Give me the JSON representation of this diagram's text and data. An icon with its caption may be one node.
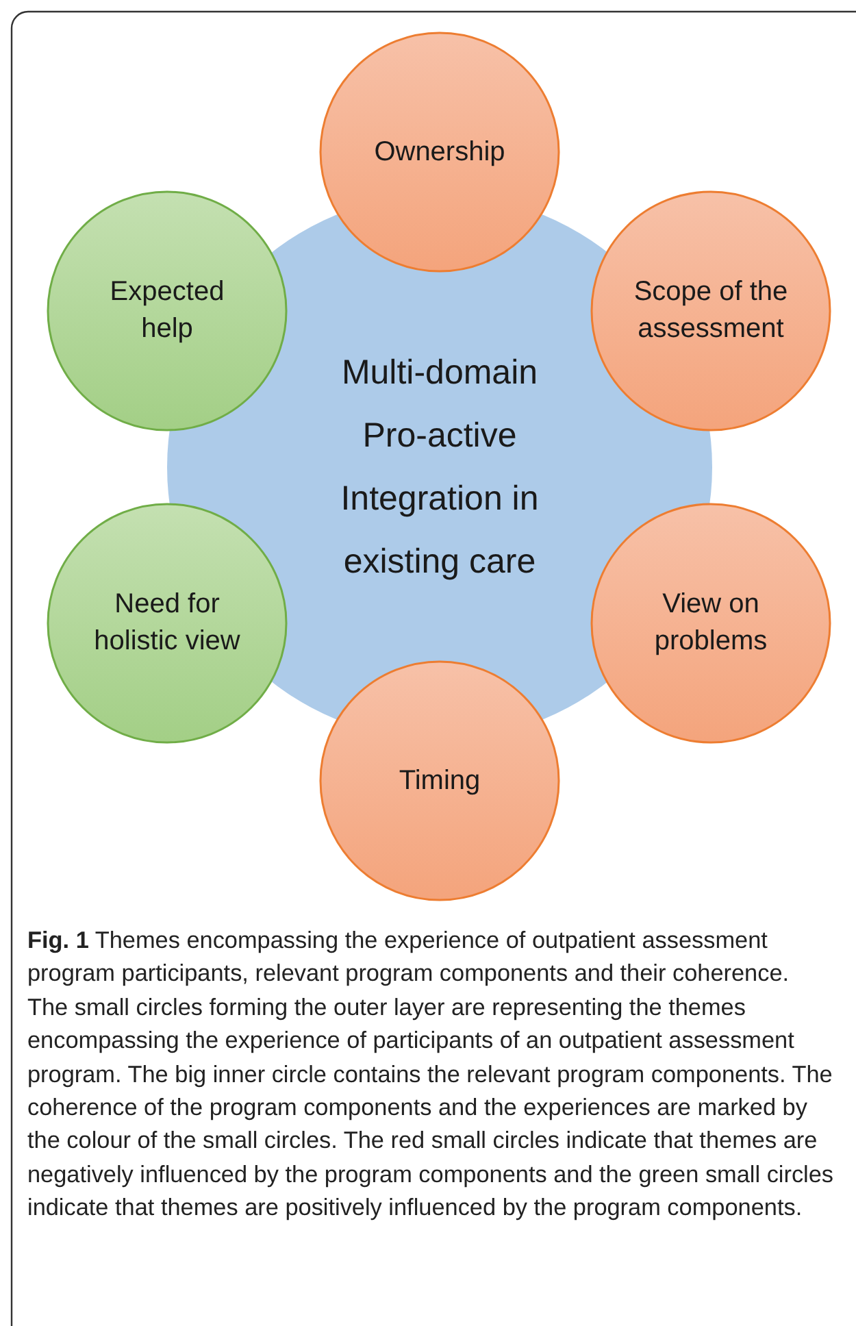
{
  "diagram": {
    "caption": "**Fig. 1** Themes encompassing the experience of outpatient assessment program participants, relevant program components and their coherence. The small circles forming the outer layer are representing the themes encompassing the experience of participants of an outpatient assessment program. The big inner circle contains the relevant program components. The coherence of the program components and the experiences are marked by the colour of the small circles. The red small circles indicate that themes are negatively influenced by the program components and the green small circles indicate that themes are positively influenced by the program components.",
    "nodes": [
      {
        "text": [
          "Multi-domain",
          "Pro-active",
          "Integration in existing care"
        ]
      },
      {
        "text": [
          "Ownership"
        ]
      },
      {
        "text": [
          "Expected help"
        ]
      },
      {
        "text": [
          "Scope of the assessment"
        ]
      },
      {
        "text": [
          "Need for holistic view"
        ]
      },
      {
        "text": [
          "View on problems"
        ]
      },
      {
        "text": [
          "Timing"
        ]
      }
    ]
  }
}
